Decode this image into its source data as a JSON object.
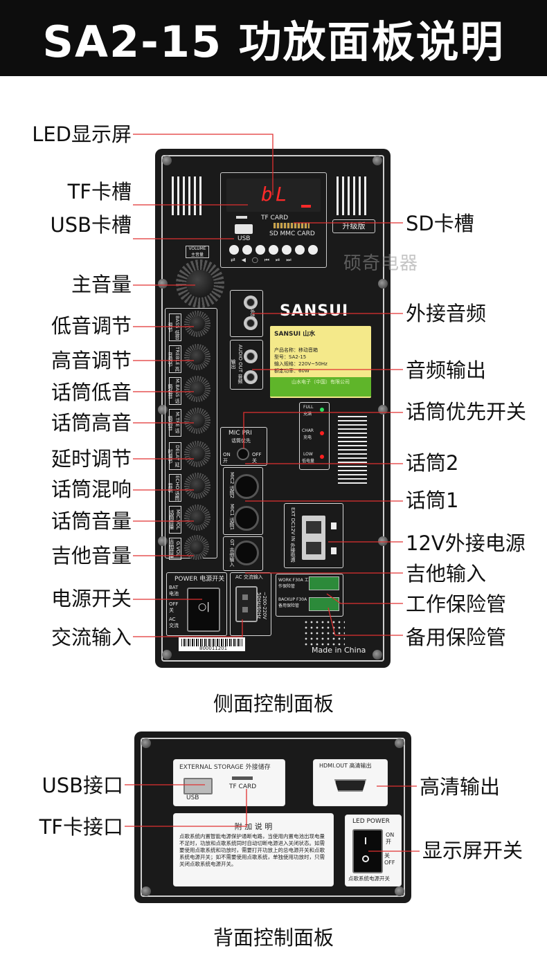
{
  "header": {
    "title": "SA2-15 功放面板说明"
  },
  "side_panel": {
    "caption": "侧面控制面板",
    "labels_left": [
      "LED显示屏",
      "TF卡槽",
      "USB卡槽",
      "主音量",
      "低音调节",
      "高音调节",
      "话筒低音",
      "话筒高音",
      "延时调节",
      "话筒混响",
      "话筒音量",
      "吉他音量",
      "电源开关",
      "交流输入"
    ],
    "labels_right": [
      "SD卡槽",
      "外接音频",
      "音频输出",
      "话筒优先开关",
      "话筒2",
      "话筒1",
      "12V外接电源",
      "吉他输入",
      "工作保险管",
      "备用保险管"
    ],
    "display_text": "bL",
    "tf_card": "TF CARD",
    "usb": "USB",
    "sd_card": "SD MMC CARD",
    "upgrade_badge": "升级版",
    "watermark": "硕奇电器",
    "brand": "SANSUI",
    "volume_label": "VOLUME 主音量",
    "knob_labels": [
      "BASS 低音调节",
      "TREBLE 高音调节",
      "M.BASS 话筒低音",
      "M.TRE 话筒高音",
      "DELAY 延时调节",
      "ECHO 话筒混响",
      "MIC.VOL 话筒音量",
      "G.VOL 吉他音量"
    ],
    "aux_label": "AUX 外接音频",
    "audio_out_label": "AUDIO OUT 音频输出",
    "mic_pri": {
      "title": "MIC PRI",
      "sub": "话筒优先",
      "on": "ON 开",
      "off": "OFF 关"
    },
    "mic2": "MIC2 话筒2",
    "mic1": "MIC1 话筒1",
    "gt": "GT 吉他输入",
    "power_title": "POWER 电源开关",
    "power_bat": "BAT 电池",
    "power_off": "OFF 关",
    "power_ac": "AC 交流",
    "ac_title": "AC 交流输入",
    "ac_spec": "~200-220V 50Hz/60Hz",
    "ext_dc": "EXT DC12V IN 外接电源",
    "charge": [
      {
        "en": "FULL",
        "cn": "充满"
      },
      {
        "en": "CHAR",
        "cn": "充电"
      },
      {
        "en": "LOW",
        "cn": "低电量"
      }
    ],
    "fuse_work": "WORK F30A 工作保险管",
    "fuse_backup": "BACKUP F30A 备用保险管",
    "made_in": "Made in China",
    "barcode_num": "800011201",
    "info_card": {
      "brand": "SANSUI 山水",
      "name": "产品名称：移动音箱",
      "model": "型号：SA2-15",
      "input": "输入规格：220V~50Hz",
      "power": "额定功率：60W",
      "maker": "山水电子（中国）有限公司"
    }
  },
  "back_panel": {
    "caption": "背面控制面板",
    "labels_left": [
      "USB接口",
      "TF卡接口"
    ],
    "labels_right": [
      "高清输出",
      "显示屏开关"
    ],
    "ext_storage": "EXTERNAL STORAGE 外接储存",
    "usb": "USB",
    "tf_card": "TF CARD",
    "hdmi_title": "HDMI.OUT 高清输出",
    "led_power": "LED POWER",
    "switch_on": "ON 开",
    "switch_off": "关 OFF",
    "switch_caption": "点歌系统电源开关",
    "note_title": "附 加 说 明",
    "note_text": "点歌系统内置智能电源保护通断电路，当使用内置电池出现电量不足时，功放和点歌系统同时自动切断电源进入关闭状态。如需要使用点歌系统和功放时，需要打开功放上的总电源开关和点歌系统电源开关；如不需要使用点歌系统，单独使用功放时，只需关闭点歌系统电源开关。"
  }
}
